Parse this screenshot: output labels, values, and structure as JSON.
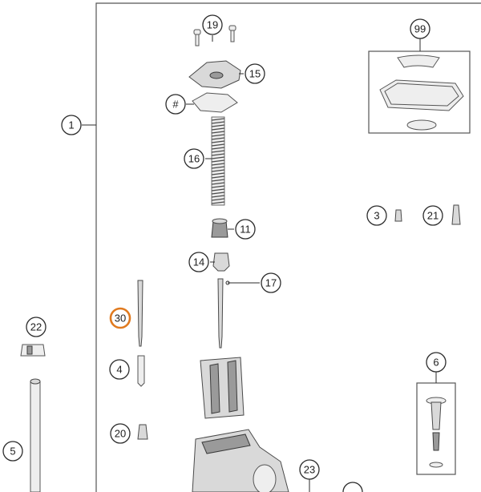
{
  "diagram": {
    "callouts": [
      {
        "id": "c1",
        "label": "1"
      },
      {
        "id": "c19",
        "label": "19"
      },
      {
        "id": "c15",
        "label": "15"
      },
      {
        "id": "chash",
        "label": "#"
      },
      {
        "id": "c16",
        "label": "16"
      },
      {
        "id": "c99",
        "label": "99"
      },
      {
        "id": "c3",
        "label": "3"
      },
      {
        "id": "c21",
        "label": "21"
      },
      {
        "id": "c11",
        "label": "11"
      },
      {
        "id": "c14",
        "label": "14"
      },
      {
        "id": "c17",
        "label": "17"
      },
      {
        "id": "c30",
        "label": "30",
        "highlighted": true
      },
      {
        "id": "c22",
        "label": "22"
      },
      {
        "id": "c4",
        "label": "4"
      },
      {
        "id": "c6",
        "label": "6"
      },
      {
        "id": "c20",
        "label": "20"
      },
      {
        "id": "c5",
        "label": "5"
      },
      {
        "id": "c23",
        "label": "23"
      }
    ],
    "highlight_color": "#e07a1f"
  }
}
